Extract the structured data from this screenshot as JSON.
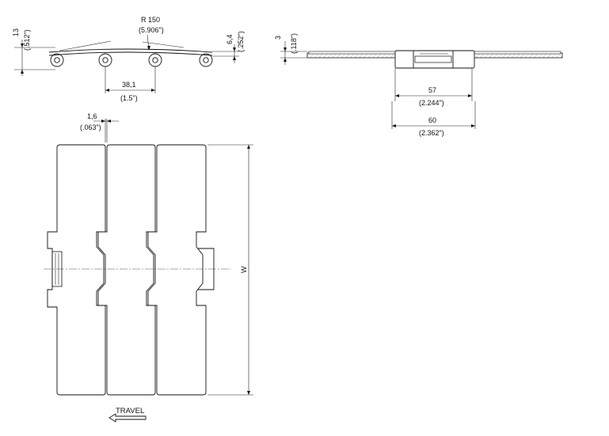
{
  "dimensions": {
    "radius": {
      "metric": "R 150",
      "imperial": "(5.906\")"
    },
    "pitch": {
      "metric": "38,1",
      "imperial": "(1.5\")"
    },
    "chain_height": {
      "metric": "13",
      "imperial": "(.512\")"
    },
    "plate_thickness_side": {
      "metric": "6,4",
      "imperial": "(.252\")"
    },
    "plate_thickness_end": {
      "metric": "3",
      "imperial": "(.118\")"
    },
    "hinge_width_inner": {
      "metric": "57",
      "imperial": "(2.244\")"
    },
    "hinge_width_outer": {
      "metric": "60",
      "imperial": "(2.362\")"
    },
    "gap": {
      "metric": "1,6",
      "imperial": "(.063\")"
    },
    "width": {
      "label": "W"
    }
  },
  "travel": {
    "label": "TRAVEL"
  },
  "colors": {
    "line": "#111111",
    "hatch": "#888888",
    "background": "#ffffff"
  }
}
